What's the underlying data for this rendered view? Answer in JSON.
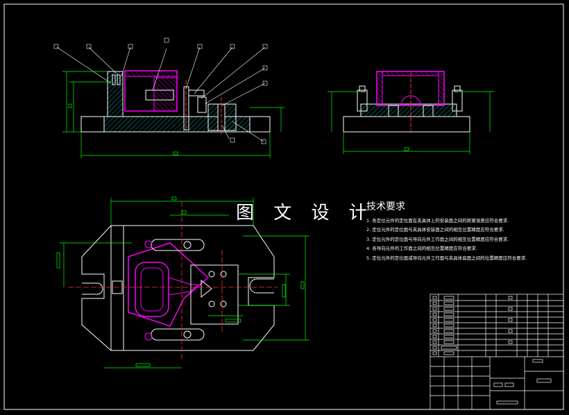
{
  "banner": {
    "title": "图 文 设 计"
  },
  "tech_requirements": {
    "heading": "技术要求",
    "items": [
      "1. 各定位元件的定位面在夹具体上的安装面之间的距离误差应符合要求.",
      "2. 定位元件的定位面与夹具体安装面之间的相互位置精度应符合要求.",
      "3. 定位元件的定位面与导向元件工作面之间的相互位置精度应符合要求.",
      "4. 各导向元件的工作面之间的相互位置精度应符合要求.",
      "5. 定位元件的定位面或导向元件工作面与夹具体底面之间的位置精度应符合要求."
    ]
  },
  "colors": {
    "background": "#000000",
    "outline": "#ffffff",
    "workpiece": "#ff00ff",
    "hatch": "#00b0b0",
    "dimension": "#00ff00",
    "centerline": "#ff3030",
    "frame": "#ffffff"
  }
}
